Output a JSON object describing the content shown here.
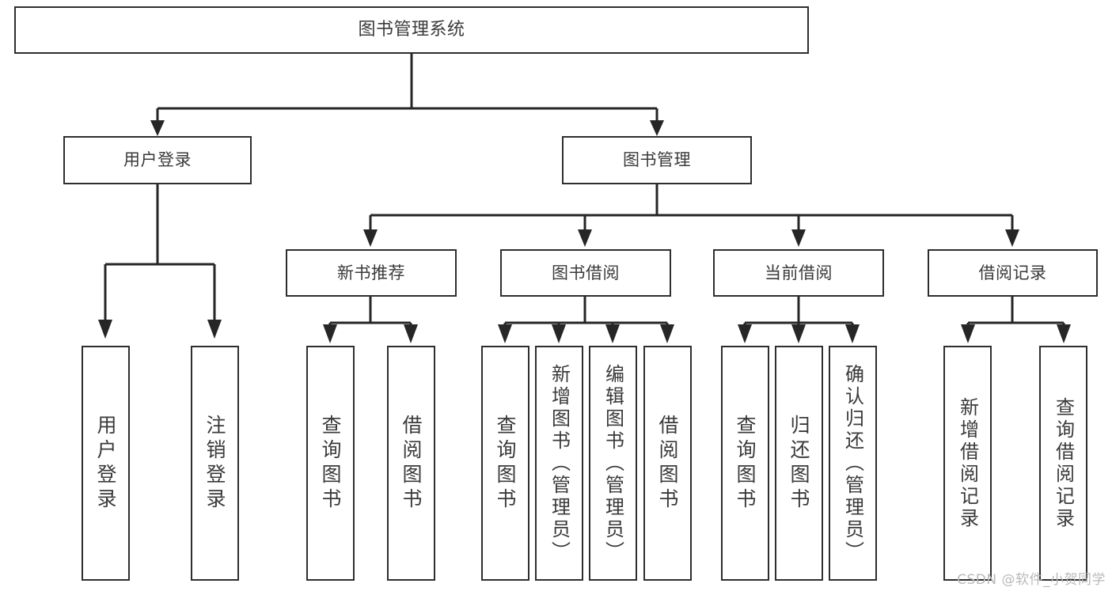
{
  "diagram": {
    "title": "图书管理系统",
    "watermark": "CSDN @软件_小贺同学",
    "levels": {
      "root": "图书管理系统",
      "level2": [
        "用户登录",
        "图书管理"
      ],
      "level3": [
        "新书推荐",
        "图书借阅",
        "当前借阅",
        "借阅记录"
      ]
    },
    "nodes": {
      "root": {
        "label": "图书管理系统"
      },
      "user_login": {
        "label": "用户登录"
      },
      "book_manage": {
        "label": "图书管理"
      },
      "new_book_rec": {
        "label": "新书推荐"
      },
      "book_borrow": {
        "label": "图书借阅"
      },
      "current_borrow": {
        "label": "当前借阅"
      },
      "borrow_record": {
        "label": "借阅记录"
      },
      "leaf_user_login": {
        "label": "用户登录"
      },
      "leaf_logout": {
        "label": "注销登录"
      },
      "leaf_query_book_1": {
        "label": "查询图书"
      },
      "leaf_borrow_book_1": {
        "label": "借阅图书"
      },
      "leaf_query_book_2": {
        "label": "查询图书"
      },
      "leaf_add_book_admin": {
        "label": "新增图书（管理员）"
      },
      "leaf_edit_book_admin": {
        "label": "编辑图书（管理员）"
      },
      "leaf_borrow_book_2": {
        "label": "借阅图书"
      },
      "leaf_query_book_3": {
        "label": "查询图书"
      },
      "leaf_return_book": {
        "label": "归还图书"
      },
      "leaf_confirm_return_admin": {
        "label": "确认归还（管理员）"
      },
      "leaf_add_record": {
        "label": "新增借阅记录"
      },
      "leaf_query_record": {
        "label": "查询借阅记录"
      }
    },
    "colors": {
      "box_border": "#2e2e2e",
      "box_fill": "#ffffff",
      "connector": "#262626",
      "text": "#3a3a3a",
      "watermark": "#b9b9b9",
      "page_background": "#ffffff"
    }
  }
}
